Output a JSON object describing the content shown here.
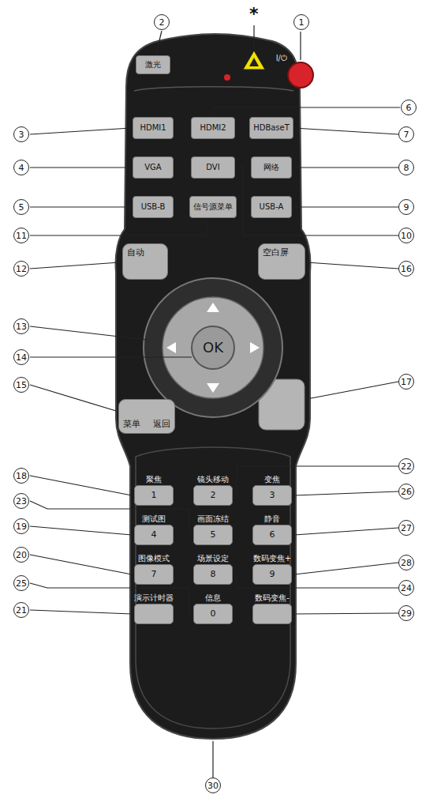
{
  "diagram": {
    "nodes": [
      {
        "text": [
          "激光"
        ]
      },
      {
        "text": [
          "I/⏻"
        ]
      },
      {
        "text": [
          "HDMI1"
        ]
      },
      {
        "text": [
          "HDMI2"
        ]
      },
      {
        "text": [
          "HDBaseT"
        ]
      },
      {
        "text": [
          "VGA"
        ]
      },
      {
        "text": [
          "DVI"
        ]
      },
      {
        "text": [
          "网络"
        ]
      },
      {
        "text": [
          "USB-B"
        ]
      },
      {
        "text": [
          "信号源菜单"
        ]
      },
      {
        "text": [
          "USB-A"
        ]
      },
      {
        "text": [
          "自动"
        ]
      },
      {
        "text": [
          "空白屏"
        ]
      },
      {
        "text": [
          "OK"
        ]
      },
      {
        "text": [
          "菜单",
          "返回"
        ]
      },
      {
        "text": [
          "聚焦",
          "1"
        ]
      },
      {
        "text": [
          "镜头移动",
          "2"
        ]
      },
      {
        "text": [
          "变焦",
          "3"
        ]
      },
      {
        "text": [
          "测试图",
          "4"
        ]
      },
      {
        "text": [
          "画面冻结",
          "5"
        ]
      },
      {
        "text": [
          "静音",
          "6"
        ]
      },
      {
        "text": [
          "图像模式",
          "7"
        ]
      },
      {
        "text": [
          "场景设定",
          "8"
        ]
      },
      {
        "text": [
          "数码变焦+",
          "9"
        ]
      },
      {
        "text": [
          "演示计时器"
        ]
      },
      {
        "text": [
          "信息",
          "0"
        ]
      },
      {
        "text": [
          "数码变焦-"
        ]
      }
    ],
    "labels": [
      "2",
      "*",
      "1",
      "3",
      "6",
      "7",
      "4",
      "8",
      "5",
      "9",
      "11",
      "10",
      "12",
      "16",
      "13",
      "14",
      "15",
      "17",
      "18",
      "22",
      "26",
      "23",
      "19",
      "27",
      "24",
      "20",
      "28",
      "25",
      "21",
      "29",
      "30"
    ]
  }
}
